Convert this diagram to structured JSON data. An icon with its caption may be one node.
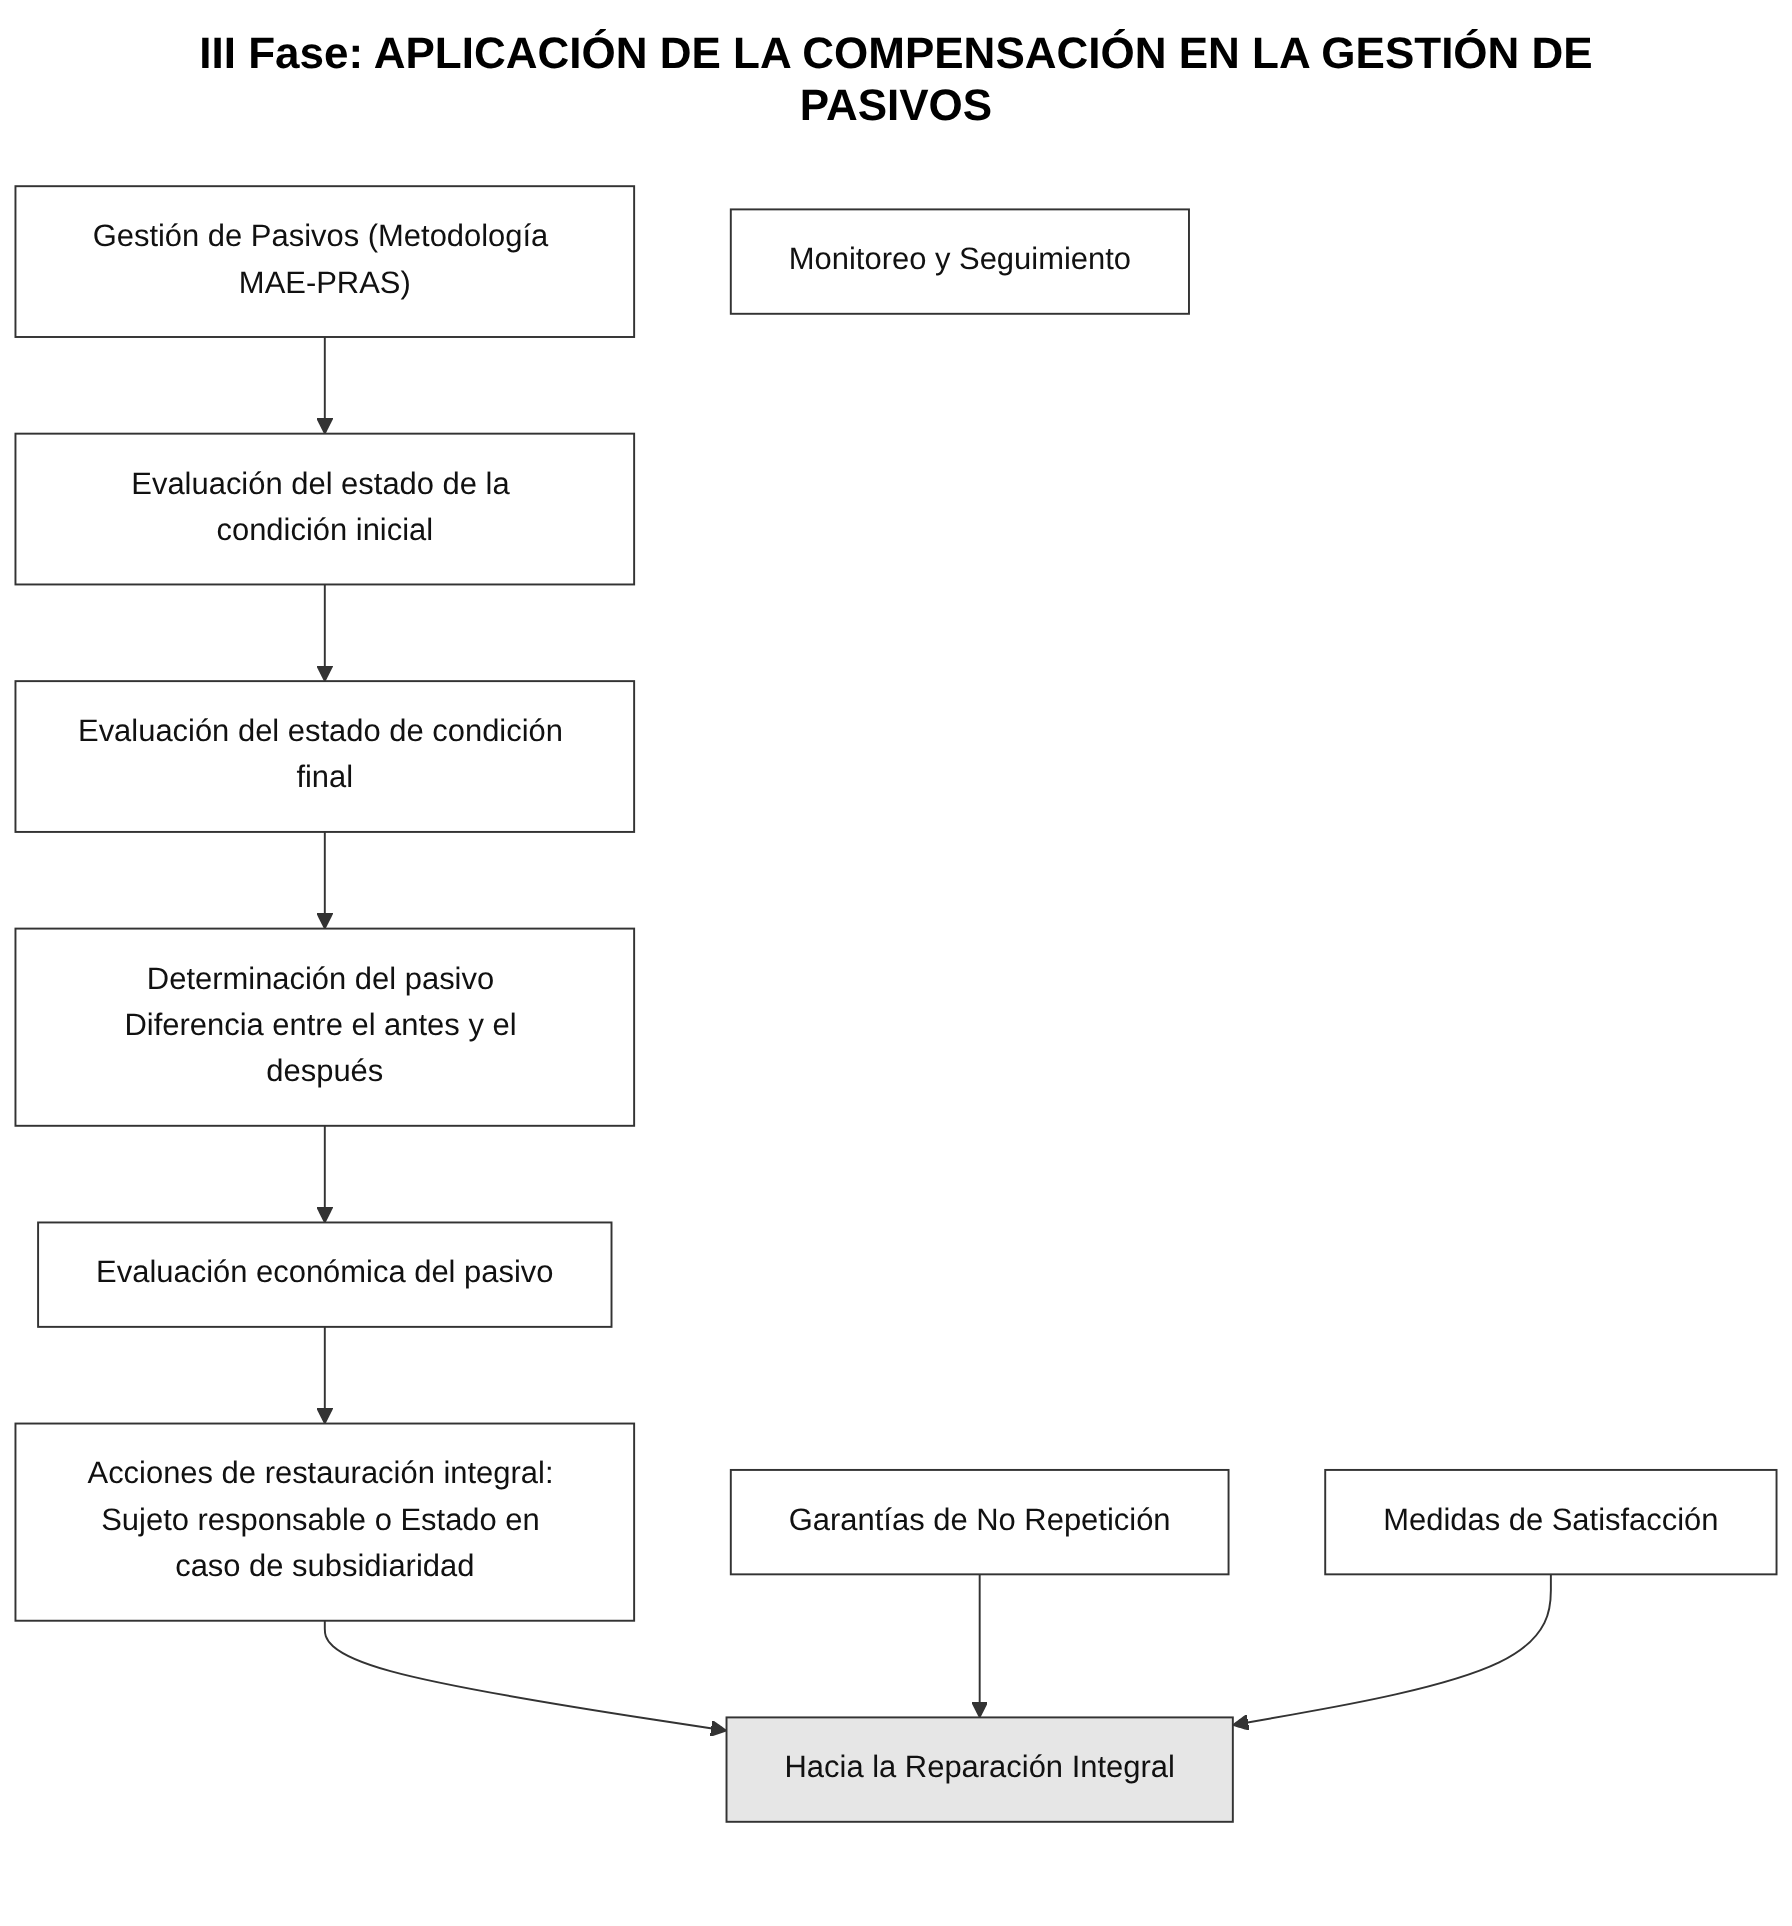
{
  "diagram": {
    "title": "III Fase: APLICACIÓN DE LA COMPENSACIÓN EN LA GESTIÓN DE PASIVOS",
    "nodes": [
      {
        "text": [
          "Gestión de Pasivos (Metodología MAE-PRAS)"
        ]
      },
      {
        "text": [
          "Evaluación del estado de la condición inicial"
        ]
      },
      {
        "text": [
          "Evaluación del estado de condición final"
        ]
      },
      {
        "text": [
          "Determinación del pasivo Diferencia entre el antes y el después"
        ]
      },
      {
        "text": [
          "Evaluación económica del pasivo"
        ]
      },
      {
        "text": [
          "Acciones de restauración integral: Sujeto responsable o Estado en caso de subsidiaridad"
        ]
      },
      {
        "text": [
          "Garantías de No Repetición"
        ]
      },
      {
        "text": [
          "Hacia la Reparación Integral"
        ]
      },
      {
        "text": [
          "Medidas de Satisfacción"
        ]
      },
      {
        "text": [
          "Monitoreo y Seguimiento"
        ]
      }
    ],
    "edges": [
      {
        "from": 0,
        "to": 1,
        "arrow": "to"
      },
      {
        "from": 1,
        "to": 2,
        "arrow": "to"
      },
      {
        "from": 2,
        "to": 3,
        "arrow": "to"
      },
      {
        "from": 3,
        "to": 4,
        "arrow": "to"
      },
      {
        "from": 4,
        "to": 5,
        "arrow": "to"
      },
      {
        "from": 5,
        "to": 7,
        "arrow": "to"
      },
      {
        "from": 6,
        "to": 7,
        "arrow": "to"
      },
      {
        "from": 8,
        "to": 7,
        "arrow": "to"
      }
    ]
  }
}
